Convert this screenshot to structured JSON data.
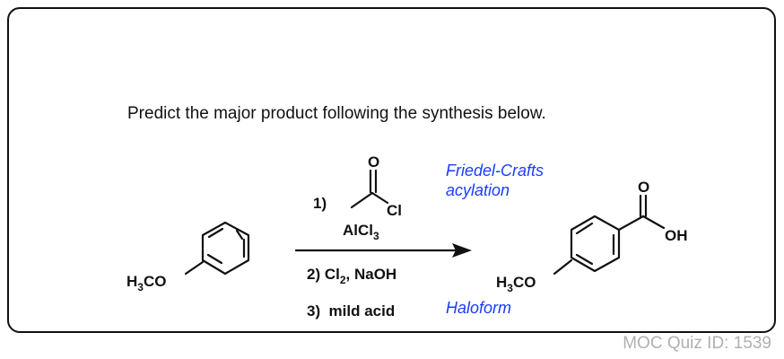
{
  "question": {
    "prompt": "Predict the major product following the synthesis below."
  },
  "reaction": {
    "starting_material": {
      "substituent_main": "H",
      "substituent_sub": "3",
      "substituent_tail": "CO"
    },
    "steps": [
      {
        "number": "1)",
        "reagent_atom_O": "O",
        "reagent_atom_Cl": "Cl",
        "catalyst_main": "AlCl",
        "catalyst_sub": "3"
      },
      {
        "label_main": "2) Cl",
        "label_sub": "2",
        "label_tail": ", NaOH"
      },
      {
        "label": "3)  mild acid"
      }
    ],
    "annotations": {
      "step1_line1": "Friedel-Crafts",
      "step1_line2": "acylation",
      "step23": "Haloform",
      "color": "#1a3cff"
    },
    "product": {
      "substituent_main": "H",
      "substituent_sub": "3",
      "substituent_tail": "CO",
      "carbonyl_O": "O",
      "hydroxyl": "OH"
    }
  },
  "footer": {
    "quiz_id": "MOC Quiz ID: 1539"
  }
}
